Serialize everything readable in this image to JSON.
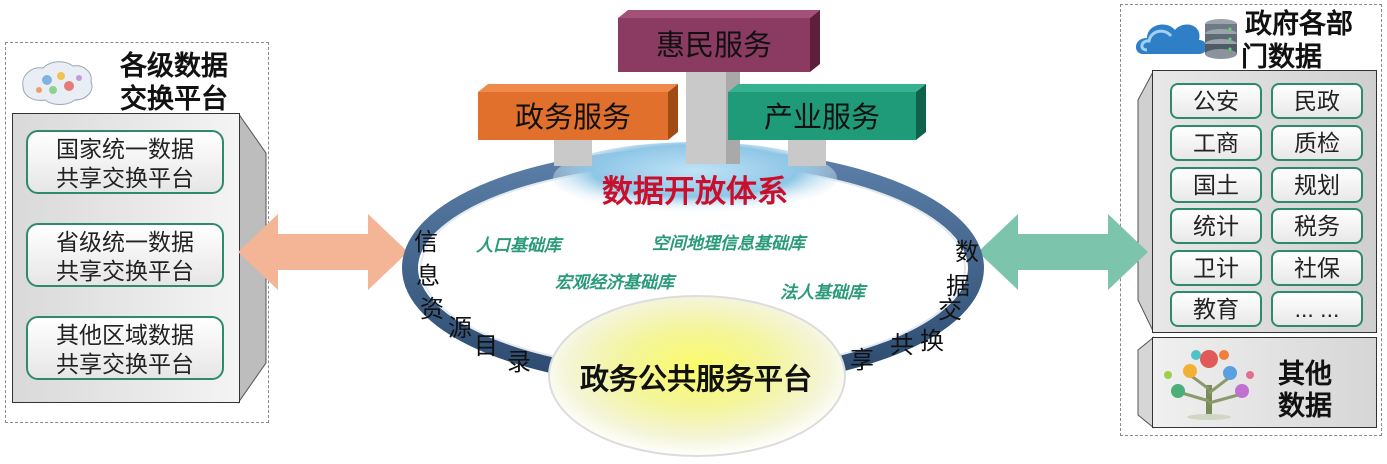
{
  "left_panel": {
    "title": [
      "各级数据",
      "交换平台"
    ],
    "icon": "china-map-icon",
    "platforms": [
      [
        "国家统一数据",
        "共享交换平台"
      ],
      [
        "省级统一数据",
        "共享交换平台"
      ],
      [
        "其他区域数据",
        "共享交换平台"
      ]
    ]
  },
  "right_panel": {
    "title": [
      "政府各部",
      "门数据"
    ],
    "icon": "cloud-database-icon",
    "departments": [
      "公安",
      "民政",
      "工商",
      "质检",
      "国土",
      "规划",
      "统计",
      "税务",
      "卫计",
      "社保",
      "教育",
      "... ..."
    ],
    "other": [
      "其他",
      "数据"
    ],
    "other_icon": "data-tree-icon"
  },
  "center": {
    "services": {
      "top": "惠民服务",
      "left": "政务服务",
      "right": "产业服务"
    },
    "open_system": "数据开放体系",
    "platform": "政务公共服务平台",
    "databases": [
      "人口基础库",
      "空间地理信息基础库",
      "宏观经济基础库",
      "法人基础库"
    ],
    "ring_left_text": [
      "信",
      "息",
      "资",
      "源",
      "目",
      "录"
    ],
    "ring_right_text": [
      "数",
      "据",
      "交",
      "换",
      "共",
      "享"
    ]
  },
  "colors": {
    "accent_green": "#2e8b6a",
    "left_arrow": "#f4b496",
    "right_arrow": "#7cc4ac",
    "top_box": "#8b3a62",
    "left_box": "#e0702c",
    "right_box": "#1f9b79",
    "open_system_text": "#c8102e",
    "ring": "#3d5f86"
  }
}
